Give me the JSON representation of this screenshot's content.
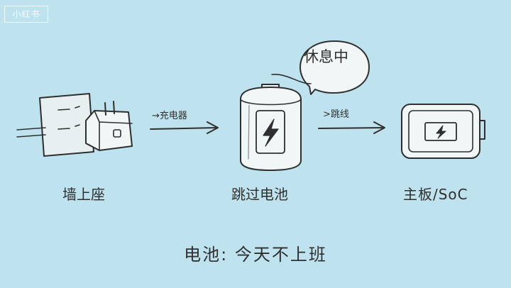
{
  "watermark": "小红书",
  "nodes": {
    "wall_socket": {
      "label": "墙上座"
    },
    "battery": {
      "label": "跳过电池",
      "icon": "battery-bolt-icon"
    },
    "motherboard": {
      "label": "主板/SoC",
      "icon": "battery-bolt-icon"
    }
  },
  "arrows": {
    "first": {
      "label": "→充电器"
    },
    "second": {
      "label": ">跳线"
    }
  },
  "speech_bubble": {
    "text": "休息中"
  },
  "caption": "电池: 今天不上班",
  "colors": {
    "background": "#bfe3ee",
    "ink": "#2f2f2f",
    "device_fill": "#f1f6f7",
    "socket_fill": "#e8eff1"
  }
}
